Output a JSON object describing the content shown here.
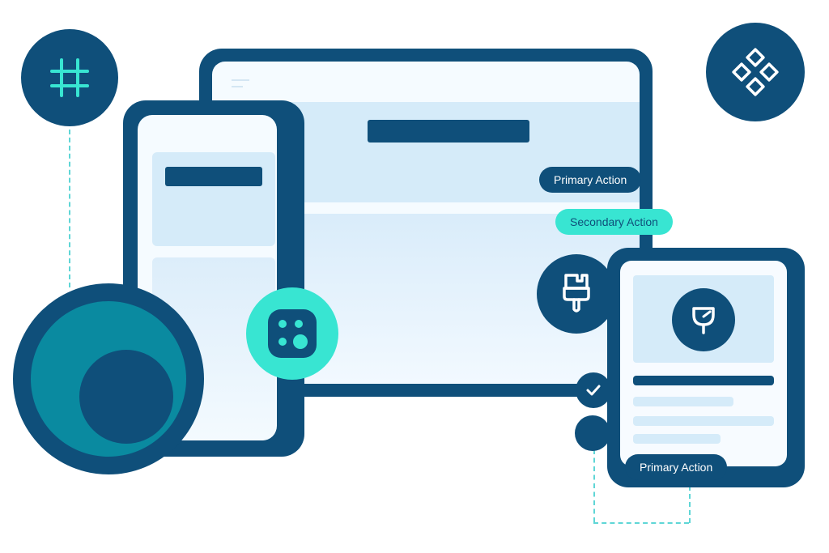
{
  "colors": {
    "navy": "#0f4f7a",
    "accent_teal": "#38e5d2",
    "dark_teal": "#0a8aa0",
    "light_blue": "#d5ebf9",
    "dashed_line": "#5fd6d6"
  },
  "icons": {
    "top_left": "hashtag-grid-icon",
    "top_right": "component-diamonds-icon",
    "center": "dice-dots-icon",
    "right": "paint-brush-icon",
    "card": "leaf-icon",
    "check": "checkmark-icon"
  },
  "monitor": {
    "primary_action_label": "Primary Action",
    "secondary_action_label": "Secondary Action"
  },
  "card": {
    "primary_action_label": "Primary Action"
  }
}
